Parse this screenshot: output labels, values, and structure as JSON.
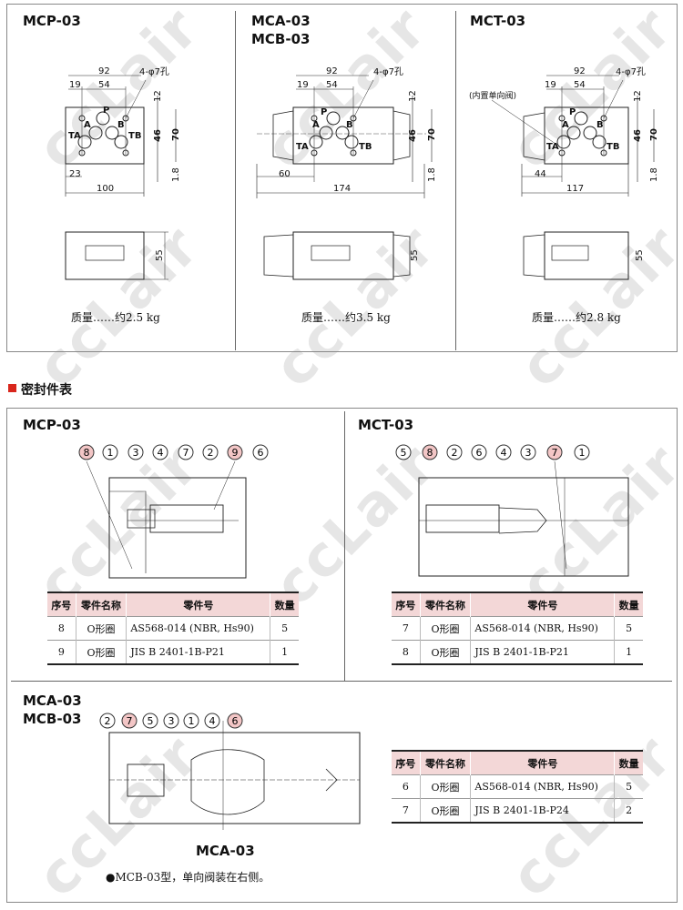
{
  "watermark": "ccLair",
  "top": {
    "panels": [
      {
        "titles": [
          "MCP-03"
        ],
        "dims": {
          "w92": "92",
          "w19": "19",
          "w54": "54",
          "holes": "4-φ7孔",
          "h12": "12",
          "h46": "46",
          "h70": "70",
          "h18": "1.8",
          "w23": "23",
          "w100": "100",
          "h55": "55"
        },
        "ports": [
          "P",
          "A",
          "B",
          "TA",
          "TB"
        ],
        "weight": "质量……约2.5 kg"
      },
      {
        "titles": [
          "MCA-03",
          "MCB-03"
        ],
        "dims": {
          "w92": "92",
          "w19": "19",
          "w54": "54",
          "holes": "4-φ7孔",
          "h12": "12",
          "h46": "46",
          "h70": "70",
          "h18": "1.8",
          "w60": "60",
          "w174": "174",
          "h55": "55"
        },
        "ports": [
          "P",
          "A",
          "B",
          "TA",
          "TB"
        ],
        "weight": "质量……约3.5 kg"
      },
      {
        "titles": [
          "MCT-03"
        ],
        "dims": {
          "w92": "92",
          "w19": "19",
          "w54": "54",
          "holes": "4-φ7孔",
          "note": "(内置单向阀)",
          "h12": "12",
          "h46": "46",
          "h70": "70",
          "h18": "1.8",
          "w44": "44",
          "w117": "117",
          "h55": "55"
        },
        "ports": [
          "P",
          "A",
          "B",
          "TA",
          "TB"
        ],
        "weight": "质量……约2.8 kg"
      }
    ]
  },
  "seal_section": {
    "heading": "密封件表",
    "accent": "#d9261c"
  },
  "seals": {
    "mcp": {
      "title": "MCP-03",
      "bubbles": [
        "8",
        "1",
        "3",
        "4",
        "7",
        "2",
        "9",
        "6"
      ],
      "headers": [
        "序号",
        "零件名称",
        "零件号",
        "数量"
      ],
      "rows": [
        [
          "8",
          "O形圈",
          "AS568-014 (NBR, Hs90)",
          "5"
        ],
        [
          "9",
          "O形圈",
          "JIS B 2401-1B-P21",
          "1"
        ]
      ]
    },
    "mct": {
      "title": "MCT-03",
      "bubbles": [
        "5",
        "8",
        "2",
        "6",
        "4",
        "3",
        "7",
        "1"
      ],
      "headers": [
        "序号",
        "零件名称",
        "零件号",
        "数量"
      ],
      "rows": [
        [
          "7",
          "O形圈",
          "AS568-014 (NBR, Hs90)",
          "5"
        ],
        [
          "8",
          "O形圈",
          "JIS B 2401-1B-P21",
          "1"
        ]
      ]
    },
    "mca": {
      "titles": [
        "MCA-03",
        "MCB-03"
      ],
      "bubbles": [
        "2",
        "7",
        "5",
        "3",
        "1",
        "4",
        "6"
      ],
      "caption": "MCA-03",
      "note": "●MCB-03型，单向阀装在右侧。",
      "headers": [
        "序号",
        "零件名称",
        "零件号",
        "数量"
      ],
      "rows": [
        [
          "6",
          "O形圈",
          "AS568-014 (NBR, Hs90)",
          "5"
        ],
        [
          "7",
          "O形圈",
          "JIS B 2401-1B-P24",
          "2"
        ]
      ]
    }
  }
}
